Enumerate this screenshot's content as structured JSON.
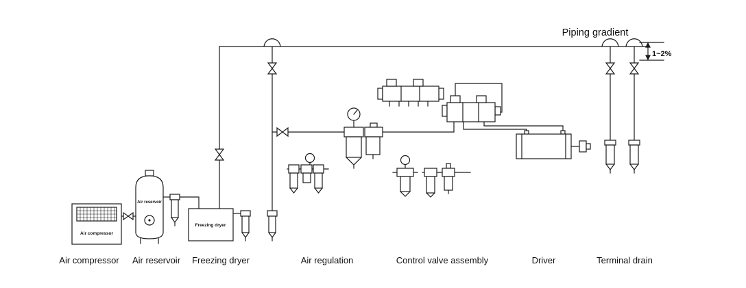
{
  "meta": {
    "background": "#ffffff",
    "line_color": "#1a1a1a",
    "text_color": "#111111"
  },
  "annotations": {
    "title": "Piping gradient",
    "gradient_value": "1~2%"
  },
  "section_labels": {
    "air_compressor": "Air compressor",
    "air_reservoir": "Air reservoir",
    "freezing_dryer": "Freezing dryer",
    "air_regulation": "Air regulation",
    "control_valve_assembly": "Control valve assembly",
    "driver": "Driver",
    "terminal_drain": "Terminal drain"
  },
  "component_inner_labels": {
    "air_compressor": "Air compressor",
    "air_reservoir": "Air reservoir",
    "freezing_dryer": "Freezing dryer"
  },
  "icons": {
    "valve": "bowtie shut-off valve symbol",
    "gauge": "circular pressure gauge symbol",
    "gooseneck": "arched pipe takeoff symbol",
    "filter_drain": "hanging filter bowl with drain symbol"
  }
}
